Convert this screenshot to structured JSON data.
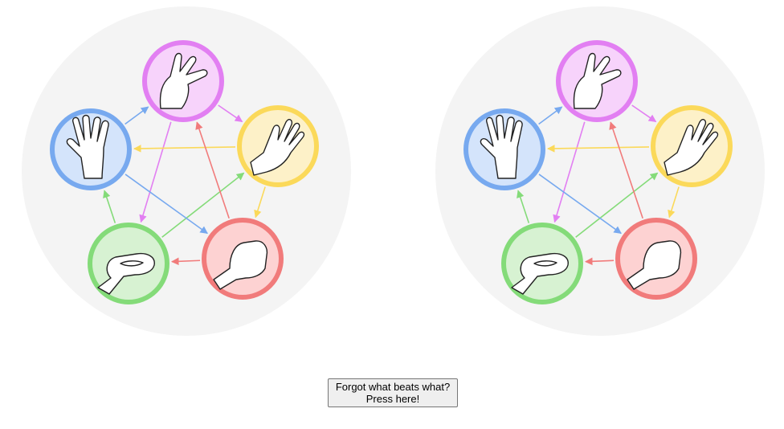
{
  "help_button": {
    "line1": "Forgot what beats what?",
    "line2": "Press here!"
  },
  "boards": [
    {
      "side": "left",
      "background": "#f4f4f4",
      "choices": [
        {
          "id": "scissors",
          "icon": "scissors-hand-icon",
          "color": "#e27ff2",
          "fill": "#f7d3fb"
        },
        {
          "id": "paper",
          "icon": "paper-hand-icon",
          "color": "#fbd95a",
          "fill": "#fdf1c8"
        },
        {
          "id": "rock",
          "icon": "rock-hand-icon",
          "color": "#f17b7b",
          "fill": "#fdd2d2"
        },
        {
          "id": "lizard",
          "icon": "lizard-hand-icon",
          "color": "#84db79",
          "fill": "#d7f2d2"
        },
        {
          "id": "spock",
          "icon": "spock-hand-icon",
          "color": "#77a9ef",
          "fill": "#d4e4fb"
        }
      ]
    },
    {
      "side": "right",
      "background": "#f4f4f4",
      "choices": [
        {
          "id": "scissors",
          "icon": "scissors-hand-icon",
          "color": "#e27ff2",
          "fill": "#f7d3fb"
        },
        {
          "id": "paper",
          "icon": "paper-hand-icon",
          "color": "#fbd95a",
          "fill": "#fdf1c8"
        },
        {
          "id": "rock",
          "icon": "rock-hand-icon",
          "color": "#f17b7b",
          "fill": "#fdd2d2"
        },
        {
          "id": "lizard",
          "icon": "lizard-hand-icon",
          "color": "#84db79",
          "fill": "#d7f2d2"
        },
        {
          "id": "spock",
          "icon": "spock-hand-icon",
          "color": "#77a9ef",
          "fill": "#d4e4fb"
        }
      ]
    }
  ],
  "beats": [
    {
      "winner": "scissors",
      "loser": "paper"
    },
    {
      "winner": "paper",
      "loser": "rock"
    },
    {
      "winner": "rock",
      "loser": "lizard"
    },
    {
      "winner": "lizard",
      "loser": "spock"
    },
    {
      "winner": "spock",
      "loser": "scissors"
    },
    {
      "winner": "scissors",
      "loser": "lizard"
    },
    {
      "winner": "lizard",
      "loser": "paper"
    },
    {
      "winner": "paper",
      "loser": "spock"
    },
    {
      "winner": "spock",
      "loser": "rock"
    },
    {
      "winner": "rock",
      "loser": "scissors"
    }
  ]
}
